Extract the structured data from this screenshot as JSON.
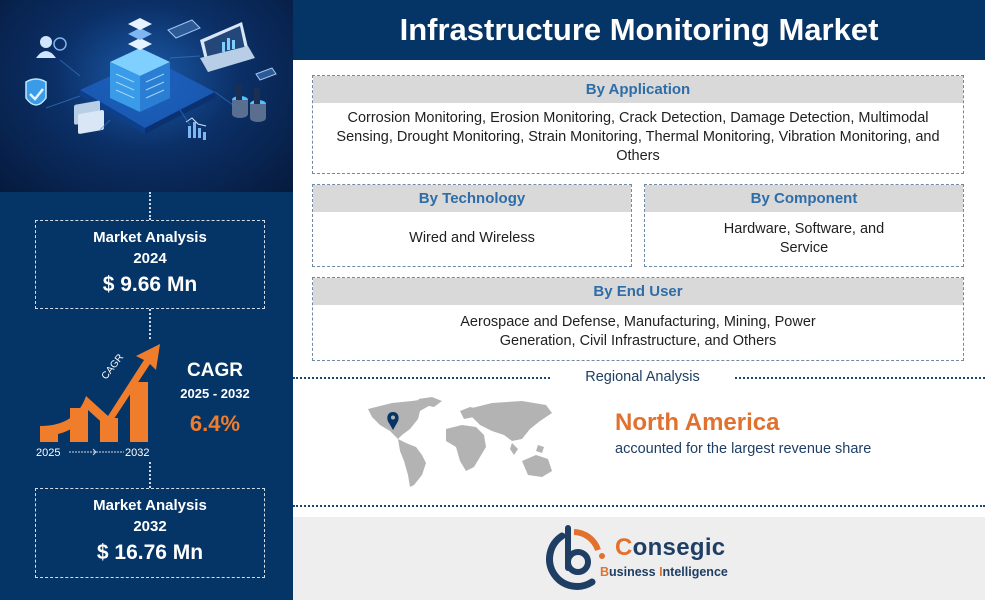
{
  "title": "Infrastructure Monitoring Market",
  "left_panel": {
    "market_2024": {
      "label": "Market Analysis",
      "year": "2024",
      "value": "$ 9.66 Mn"
    },
    "cagr": {
      "label": "CAGR",
      "range": "2025 - 2032",
      "value": "6.4%",
      "graphic_text": "CAGR",
      "start_year": "2025",
      "end_year": "2032"
    },
    "market_2032": {
      "label": "Market Analysis",
      "year": "2032",
      "value": "$ 16.76 Mn"
    }
  },
  "segments": {
    "application": {
      "heading": "By Application",
      "body": "Corrosion Monitoring, Erosion Monitoring, Crack Detection, Damage Detection, Multimodal Sensing, Drought Monitoring, Strain Monitoring, Thermal Monitoring, Vibration Monitoring, and Others"
    },
    "technology": {
      "heading": "By Technology",
      "body": "Wired and Wireless"
    },
    "component": {
      "heading": "By Component",
      "body": "Hardware, Software, and Service"
    },
    "end_user": {
      "heading": "By End User",
      "body": "Aerospace and Defense, Manufacturing, Mining, Power Generation, Civil Infrastructure, and Others"
    }
  },
  "regional": {
    "label": "Regional Analysis",
    "region": "North America",
    "description": "accounted for the largest revenue share",
    "map_icon": "world-map-icon",
    "pin_icon": "location-pin-icon"
  },
  "logo": {
    "brand_initial": "C",
    "brand_rest": "onsegic",
    "sub_b": "B",
    "sub_usiness": "usiness ",
    "sub_i": "I",
    "sub_ntelligence": "ntelligence"
  },
  "colors": {
    "navy": "#053466",
    "orange": "#f07d2c",
    "heading_blue": "#2e6da8",
    "header_gray": "#d9d9d9",
    "footer_gray": "#eeeeee"
  }
}
